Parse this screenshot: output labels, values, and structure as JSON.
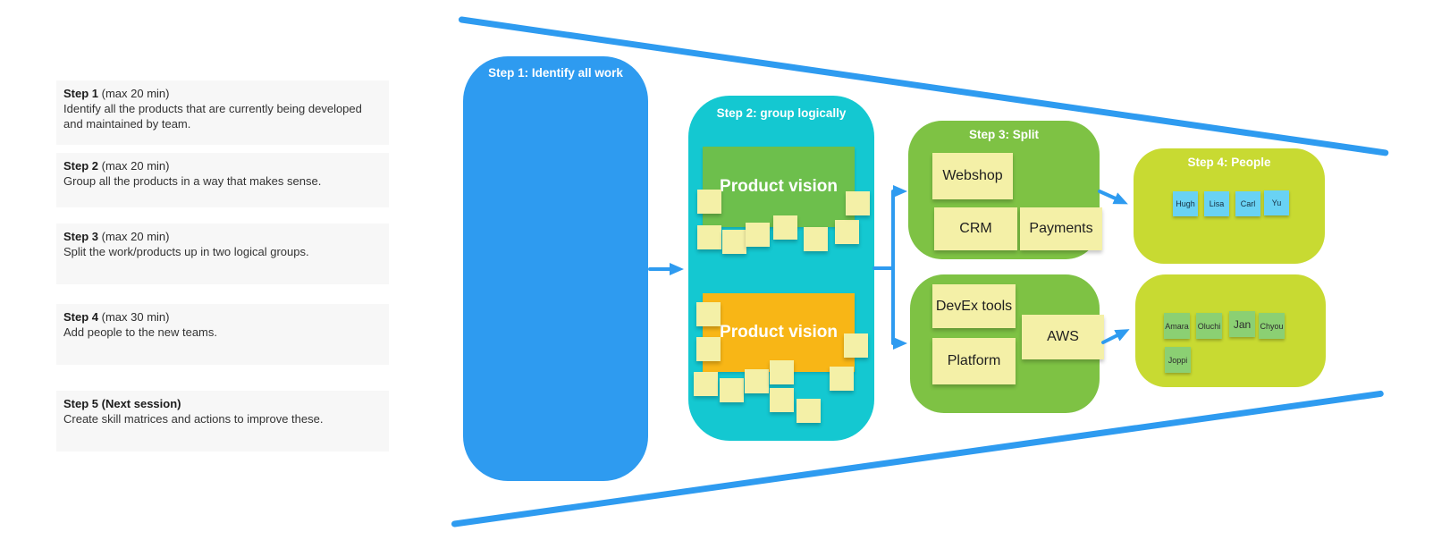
{
  "board": {
    "background": "#ffffff"
  },
  "left_panel": {
    "steps": [
      {
        "title": "Step 1",
        "duration": "(max 20 min)",
        "description": "Identify all the products that are currently being developed and maintained by team."
      },
      {
        "title": "Step 2",
        "duration": "(max 20 min)",
        "description": "Group all the products in a way that makes sense."
      },
      {
        "title": "Step 3",
        "duration": "(max 20 min)",
        "description": "Split the work/products up in two logical groups."
      },
      {
        "title": "Step 4",
        "duration": "(max 30 min)",
        "description": "Add people to the new teams."
      },
      {
        "title": "Step 5 (Next session)",
        "duration": "",
        "description": "Create skill matrices and actions to improve these."
      }
    ]
  },
  "funnel": {
    "step1": {
      "title": "Step 1: Identify all work"
    },
    "step2": {
      "title": "Step 2: group logically",
      "top_group_label": "Product vision",
      "bottom_group_label": "Product vision",
      "top_blank_sticky_count": 8,
      "bottom_blank_sticky_count": 10
    },
    "step3_top": {
      "title": "Step 3: Split",
      "notes": [
        "Webshop",
        "CRM",
        "Payments"
      ]
    },
    "step3_bottom": {
      "notes": [
        "DevEx tools",
        "Platform",
        "AWS"
      ]
    },
    "step4_top": {
      "title": "Step 4: People",
      "people": [
        "Hugh",
        "Lisa",
        "Carl",
        "Yu"
      ]
    },
    "step4_bottom": {
      "people": [
        "Amara",
        "Oluchi",
        "Jan",
        "Chyou",
        "Joppi"
      ]
    }
  },
  "colors": {
    "accent_blue": "#2e9bf0",
    "teal": "#14c8d1",
    "green": "#7ec244",
    "chartreuse": "#c8da32",
    "group_green": "#6dbf4c",
    "group_orange": "#f8b616",
    "sticky_yellow": "#f4f0a7",
    "sticky_blue": "#69d2f4",
    "sticky_green": "#8bd073",
    "panel_bg": "#f7f7f7"
  }
}
